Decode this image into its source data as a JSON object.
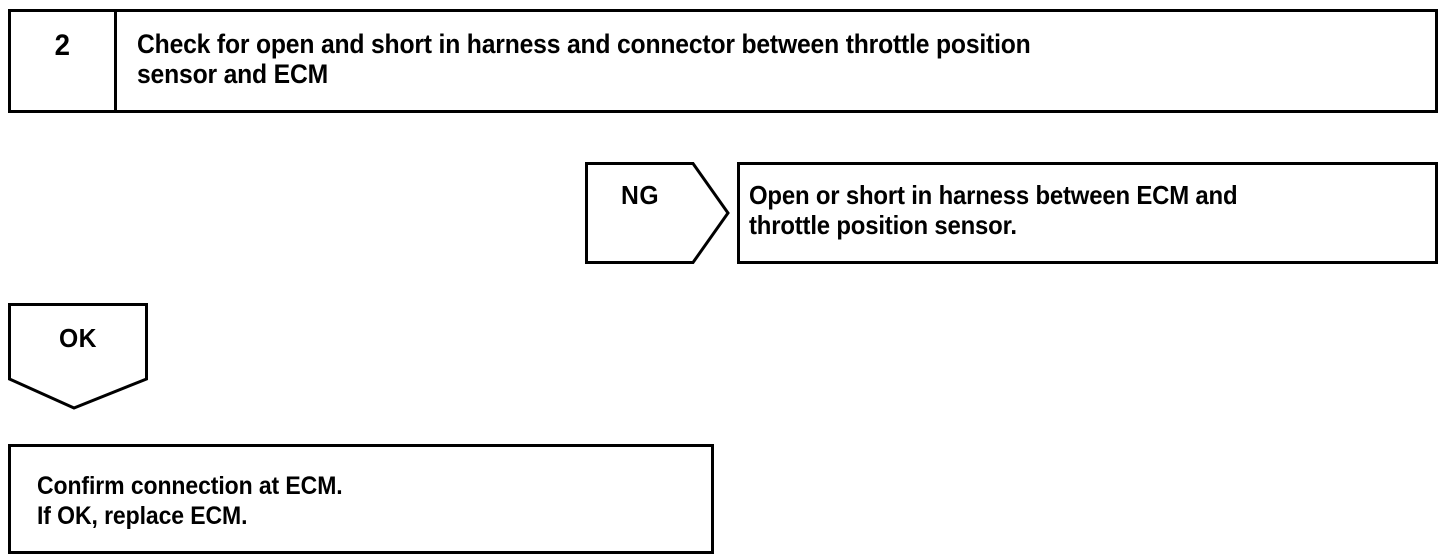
{
  "diagram": {
    "type": "troubleshooting-flowchart",
    "ink_color": "#000000",
    "background_color": "#ffffff"
  },
  "step": {
    "number": "2",
    "description": "Check for open and short in harness and connector between throttle position\nsensor and ECM"
  },
  "branches": {
    "ng": {
      "label": "NG",
      "shape": "pentagon-right",
      "result": "Open or short in harness between ECM and\nthrottle position sensor."
    },
    "ok": {
      "label": "OK",
      "shape": "pentagon-down",
      "result": "Confirm connection at ECM.\nIf OK, replace ECM."
    }
  }
}
